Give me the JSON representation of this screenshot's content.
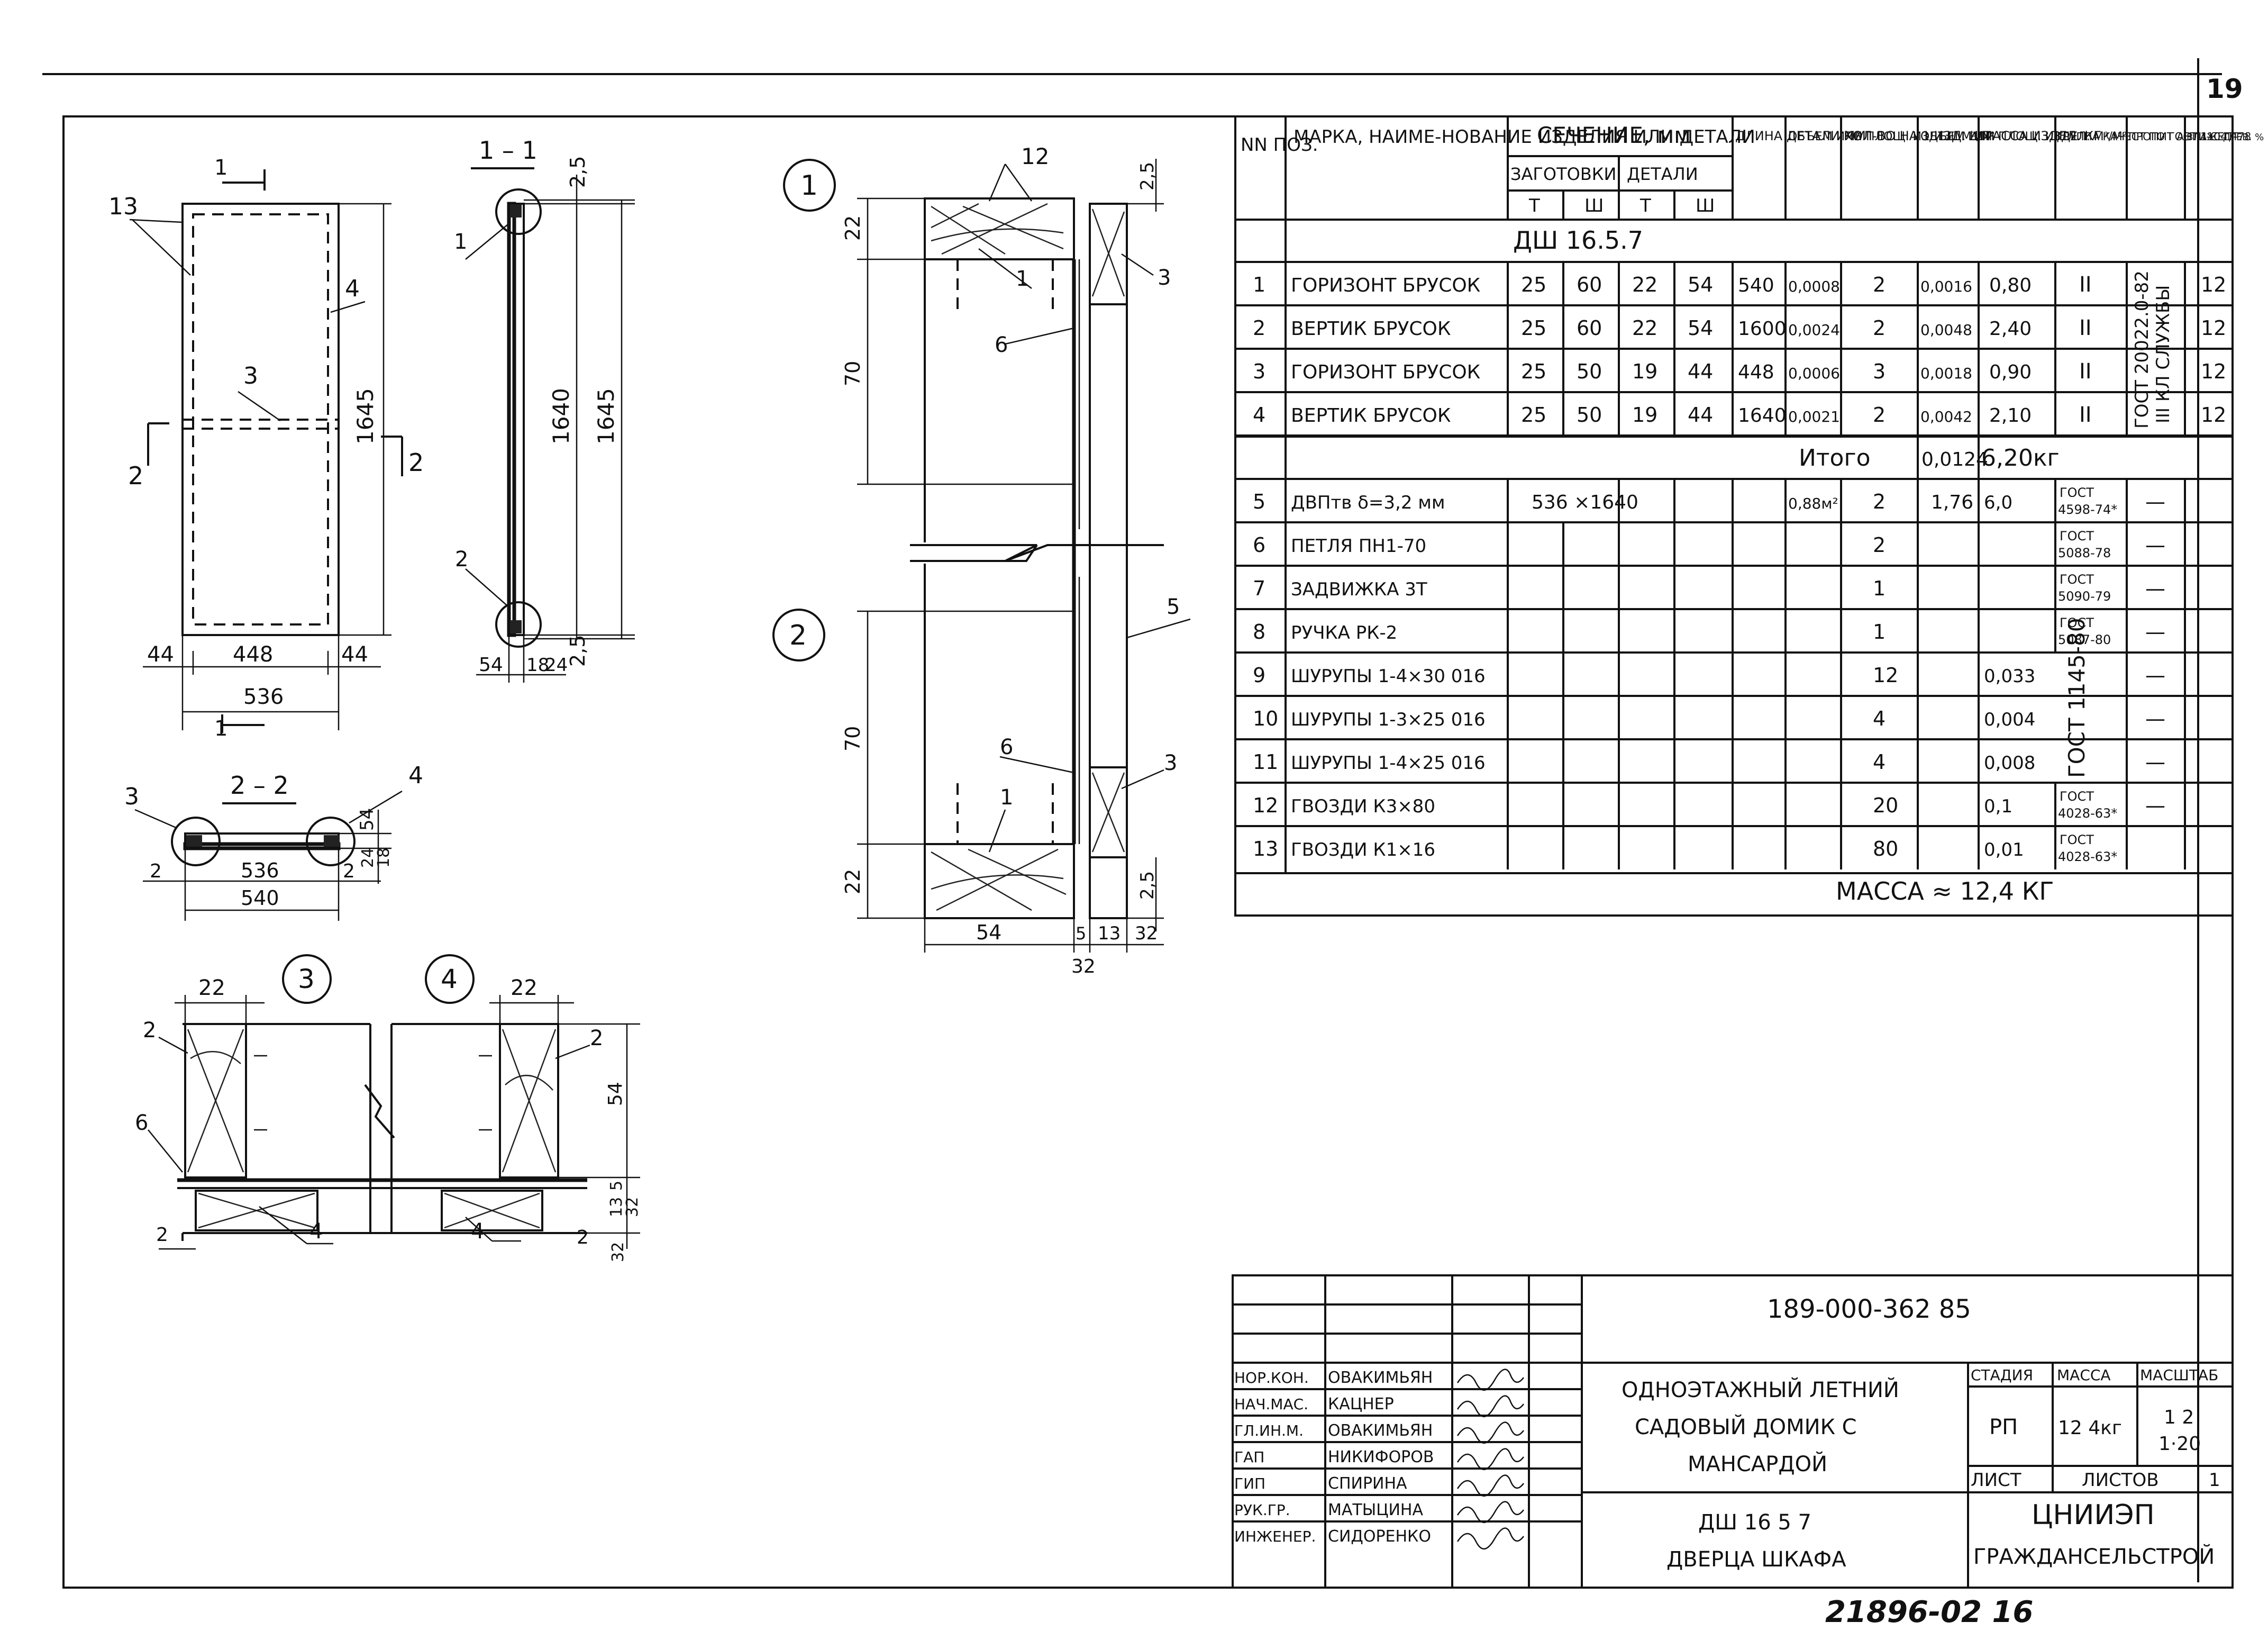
{
  "sheet": {
    "page_number": "19",
    "archive_number": "21896-02 16"
  },
  "drawings": {
    "front_view": {
      "section_marks": [
        "1",
        "1",
        "2",
        "2"
      ],
      "callouts": [
        "13",
        "4",
        "3"
      ],
      "dims": {
        "height": "1645",
        "w_left": "44",
        "w_mid": "448",
        "w_right": "44",
        "width": "536"
      }
    },
    "section_1_1": {
      "title": "1 – 1",
      "callouts": [
        "1",
        "2"
      ],
      "dims": {
        "top": "2,5",
        "inner": "1640",
        "outer": "1645",
        "bottom": "2,5",
        "b1": "54",
        "b2": "18",
        "b3": "24"
      }
    },
    "section_2_2": {
      "title": "2 – 2",
      "callouts": [
        "3",
        "4"
      ],
      "dims": {
        "left": "2",
        "mid": "536",
        "right": "2",
        "total": "540",
        "h1": "54",
        "h2": "24",
        "h3": "18"
      }
    },
    "node_1": {
      "label": "1",
      "callouts": [
        "12",
        "1",
        "6",
        "3"
      ],
      "dims": {
        "top": "2,5",
        "a": "22",
        "b": "70"
      }
    },
    "node_2": {
      "label": "2",
      "callouts": [
        "5",
        "6",
        "1",
        "3"
      ],
      "dims": {
        "a": "70",
        "b": "22",
        "bottom": "2,5",
        "w1": "54",
        "w2": "5",
        "w3": "13",
        "w4": "32",
        "w_total": "32"
      }
    },
    "node_3": {
      "label": "3",
      "callouts": [
        "2",
        "6",
        "4"
      ],
      "dims": {
        "top": "22",
        "left": "2"
      }
    },
    "node_4": {
      "label": "4",
      "callouts": [
        "2",
        "4"
      ],
      "dims": {
        "top": "22",
        "h1": "54",
        "h2": "5",
        "h3": "13",
        "h4": "32",
        "h5": "32",
        "right": "2"
      }
    }
  },
  "spec_table": {
    "headers": {
      "num": "NN ПОЗ.",
      "name": "МАРКА, НАИМЕ-НОВАНИЕ ИЗДЕЛИЯ ИЛИ ДЕТАЛИ",
      "section": "СЕЧЕНИЕ, мм",
      "blank": "ЗАГОТОВКИ",
      "detail": "ДЕТАЛИ",
      "t": "Т",
      "w": "Ш",
      "length": "ДЛИНА ДЕТАЛИ ММ",
      "vol_one": "ОБЪЕМ ИЛИ ПЛОЩ. ИЗДЕЛ. М³/М²",
      "qty": "КОЛ-ВО НА 1 ИЗД. ШТ.",
      "vol_total": "ОБЪЕМ ИЛИ ПЛОЩ. ИЗДЕЛ. М³/М²",
      "mass": "МАССА ИЗДЕЛ. КГ",
      "group": "ГРУППА КАЧЕСТ ПО ГОСТ 11047-78",
      "impreg": "ПРОПИТ АНТИ-СЕПТ.",
      "moist": "ВЛАЖ. ДРЕВ. %"
    },
    "group_title": "ДШ 16.5.7",
    "rows": [
      {
        "n": "1",
        "name": "ГОРИЗОНТ БРУСОК",
        "t1": "25",
        "w1": "60",
        "t2": "22",
        "w2": "54",
        "len": "540",
        "v1": "0,0008",
        "q": "2",
        "v2": "0,0016",
        "m": "0,80",
        "g": "II",
        "moist": "12"
      },
      {
        "n": "2",
        "name": "ВЕРТИК БРУСОК",
        "t1": "25",
        "w1": "60",
        "t2": "22",
        "w2": "54",
        "len": "1600",
        "v1": "0,0024",
        "q": "2",
        "v2": "0,0048",
        "m": "2,40",
        "g": "II",
        "moist": "12"
      },
      {
        "n": "3",
        "name": "ГОРИЗОНТ БРУСОК",
        "t1": "25",
        "w1": "50",
        "t2": "19",
        "w2": "44",
        "len": "448",
        "v1": "0,0006",
        "q": "3",
        "v2": "0,0018",
        "m": "0,90",
        "g": "II",
        "moist": "12"
      },
      {
        "n": "4",
        "name": "ВЕРТИК БРУСОК",
        "t1": "25",
        "w1": "50",
        "t2": "19",
        "w2": "44",
        "len": "1640",
        "v1": "0,0021",
        "q": "2",
        "v2": "0,0042",
        "m": "2,10",
        "g": "II",
        "moist": "12"
      }
    ],
    "gost_vertical": "ГОСТ 20022.0-82",
    "gost_vertical_2": "III КЛ СЛУЖБЫ",
    "total": {
      "label": "Итого",
      "vol": "0,0124",
      "mass": "6,20кг"
    },
    "rows2": [
      {
        "n": "5",
        "name": "ДВПтв δ=3,2 мм",
        "size": "536 ×1640",
        "v1": "0,88м²",
        "q": "2",
        "v2": "1,76",
        "m": "6,0",
        "gost": "ГОСТ 4598-74*",
        "dash": "—"
      },
      {
        "n": "6",
        "name": "ПЕТЛЯ ПН1-70",
        "size": "",
        "v1": "",
        "q": "2",
        "v2": "",
        "m": "",
        "gost": "ГОСТ 5088-78",
        "dash": "—"
      },
      {
        "n": "7",
        "name": "ЗАДВИЖКА 3Т",
        "size": "",
        "v1": "",
        "q": "1",
        "v2": "",
        "m": "",
        "gost": "ГОСТ 5090-79",
        "dash": "—"
      },
      {
        "n": "8",
        "name": "РУЧКА РК-2",
        "size": "",
        "v1": "",
        "q": "1",
        "v2": "",
        "m": "",
        "gost": "ГОСТ 5087-80",
        "dash": "—"
      },
      {
        "n": "9",
        "name": "ШУРУПЫ 1-4×30 016",
        "size": "",
        "v1": "",
        "q": "12",
        "v2": "",
        "m": "0,033",
        "gost": "",
        "dash": "—"
      },
      {
        "n": "10",
        "name": "ШУРУПЫ 1-3×25 016",
        "size": "",
        "v1": "",
        "q": "4",
        "v2": "",
        "m": "0,004",
        "gost": "",
        "dash": "—"
      },
      {
        "n": "11",
        "name": "ШУРУПЫ 1-4×25 016",
        "size": "",
        "v1": "",
        "q": "4",
        "v2": "",
        "m": "0,008",
        "gost": "",
        "dash": "—"
      },
      {
        "n": "12",
        "name": "ГВОЗДИ К3×80",
        "size": "",
        "v1": "",
        "q": "20",
        "v2": "",
        "m": "0,1",
        "gost": "ГОСТ 4028-63*",
        "dash": "—"
      },
      {
        "n": "13",
        "name": "ГВОЗДИ К1×16",
        "size": "",
        "v1": "",
        "q": "80",
        "v2": "",
        "m": "0,01",
        "gost": "ГОСТ 4028-63*",
        "dash": ""
      }
    ],
    "gost_screws": "ГОСТ 1145-80",
    "mass_total": "МАССА ≈ 12,4 КГ"
  },
  "title_block": {
    "code": "189-000-362 85",
    "people": [
      {
        "role": "НОР.КОН.",
        "name": "ОВАКИМЬЯН"
      },
      {
        "role": "НАЧ.МАС.",
        "name": "КАЦНЕР"
      },
      {
        "role": "ГЛ.ИН.М.",
        "name": "ОВАКИМЬЯН"
      },
      {
        "role": "ГАП",
        "name": "НИКИФОРОВ"
      },
      {
        "role": "ГИП",
        "name": "СПИРИНА"
      },
      {
        "role": "РУК.ГР.",
        "name": "МАТЫЦИНА"
      },
      {
        "role": "ИНЖЕНЕР.",
        "name": "СИДОРЕНКО"
      }
    ],
    "project_line1": "ОДНОЭТАЖНЫЙ ЛЕТНИЙ",
    "project_line2": "САДОВЫЙ ДОМИК С",
    "project_line3": "МАНСАРДОЙ",
    "sheet_line1": "ДШ 16 5 7",
    "sheet_line2": "ДВЕРЦА ШКАФА",
    "stage_label": "СТАДИЯ",
    "mass_label": "МАССА",
    "scale_label": "МАСШТАБ",
    "stage": "РП",
    "mass": "12 4кг",
    "scale1": "1 2",
    "scale2": "1·20",
    "sheet_label": "ЛИСТ",
    "sheets_label": "ЛИСТОВ",
    "sheets": "1",
    "org1": "ЦНИИЭП",
    "org2": "ГРАЖДАНСЕЛЬСТРОЙ"
  }
}
